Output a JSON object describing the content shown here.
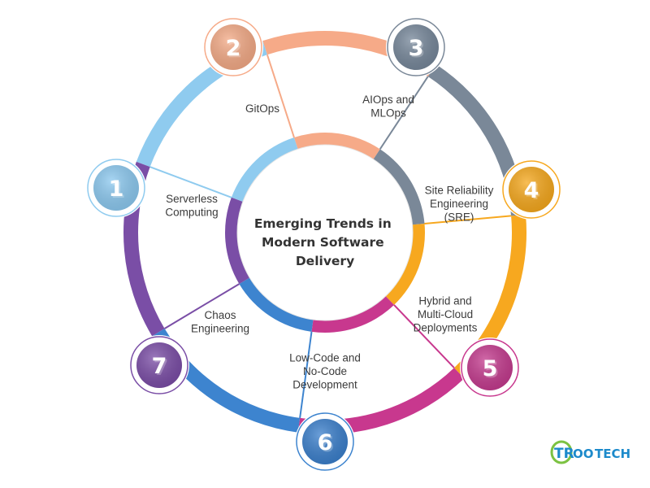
{
  "center": {
    "lines": [
      "Emerging Trends in",
      "Modern Software",
      "Delivery"
    ]
  },
  "segments": [
    {
      "number": "1",
      "lines": [
        "Serverless",
        "Computing"
      ],
      "color": "#8FCBEF",
      "badge_color": "#8CC9F0"
    },
    {
      "number": "2",
      "lines": [
        "GitOps"
      ],
      "color": "#F6AA88",
      "badge_color": "#F4AA86"
    },
    {
      "number": "3",
      "lines": [
        "AIOps and",
        "MLOps"
      ],
      "color": "#7A8898",
      "badge_color": "#76879A"
    },
    {
      "number": "4",
      "lines": [
        "Site Reliability",
        "Engineering",
        "(SRE)"
      ],
      "color": "#F7A81F",
      "badge_color": "#F6A81C"
    },
    {
      "number": "5",
      "lines": [
        "Hybrid and",
        "Multi-Cloud",
        "Deployments"
      ],
      "color": "#C8388E",
      "badge_color": "#C43A8E"
    },
    {
      "number": "6",
      "lines": [
        "Low-Code and",
        "No-Code",
        "Development"
      ],
      "color": "#3D84CF",
      "badge_color": "#3A7FCC"
    },
    {
      "number": "7",
      "lines": [
        "Chaos",
        "Engineering"
      ],
      "color": "#7A4EA6",
      "badge_color": "#7A4CA6"
    }
  ],
  "logo": {
    "text": "TROOTECH",
    "colors": {
      "green": "#7CC242",
      "blue": "#1C8ACB"
    }
  }
}
